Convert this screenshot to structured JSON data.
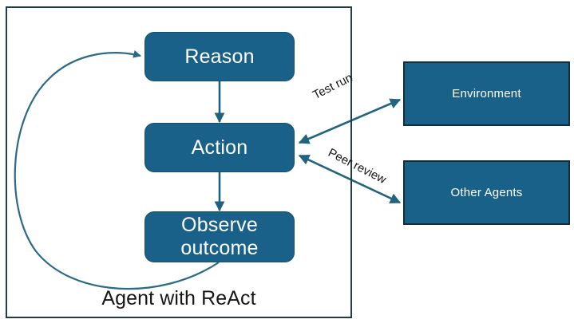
{
  "diagram": {
    "title": "Agent with ReAct loop interacting with Environment and Other Agents",
    "colors": {
      "node_fill": "#1a618a",
      "node_text": "#ffffff",
      "connector": "#1f6080",
      "container_border": "#223c4a",
      "caption_text": "#161616",
      "background": "#ffffff"
    },
    "container": {
      "caption": "Agent with ReAct"
    },
    "nodes": [
      {
        "id": "reason",
        "label": "Reason",
        "shape": "rounded-rect"
      },
      {
        "id": "action",
        "label": "Action",
        "shape": "rounded-rect"
      },
      {
        "id": "observe",
        "label_line1": "Observe",
        "label_line2": "outcome",
        "label": "Observe outcome",
        "shape": "rounded-rect"
      },
      {
        "id": "environment",
        "label": "Environment",
        "shape": "rect"
      },
      {
        "id": "other-agents",
        "label": "Other Agents",
        "shape": "rect"
      }
    ],
    "edges": [
      {
        "id": "reason-to-action",
        "from": "reason",
        "to": "action",
        "label": "",
        "arrow": "single"
      },
      {
        "id": "action-to-observe",
        "from": "action",
        "to": "observe",
        "label": "",
        "arrow": "single"
      },
      {
        "id": "observe-to-reason",
        "from": "observe",
        "to": "reason",
        "label": "",
        "arrow": "single-curved"
      },
      {
        "id": "action-environment",
        "from": "action",
        "to": "environment",
        "label": "Test run",
        "arrow": "double"
      },
      {
        "id": "action-other-agents",
        "from": "action",
        "to": "other-agents",
        "label": "Peer review",
        "arrow": "double"
      }
    ]
  }
}
